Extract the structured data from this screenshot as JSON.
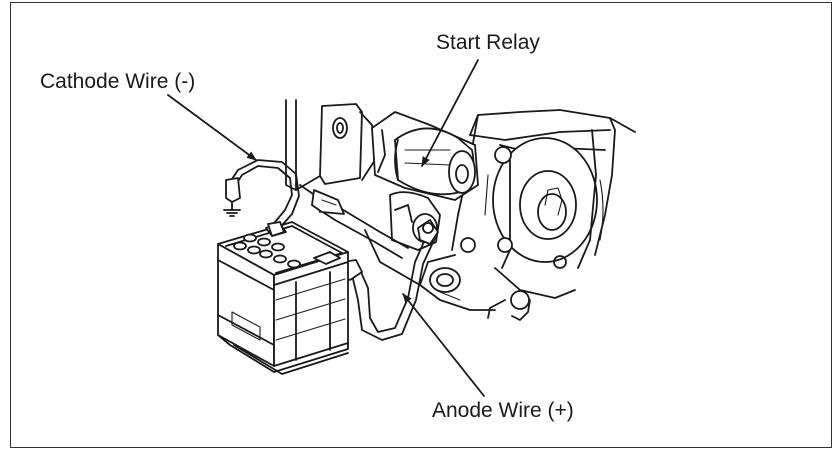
{
  "labels": {
    "start_relay": "Start Relay",
    "cathode_wire": "Cathode Wire (-)",
    "anode_wire": "Anode Wire (+)"
  },
  "colors": {
    "line": "#1a1a1a",
    "background": "#ffffff"
  }
}
